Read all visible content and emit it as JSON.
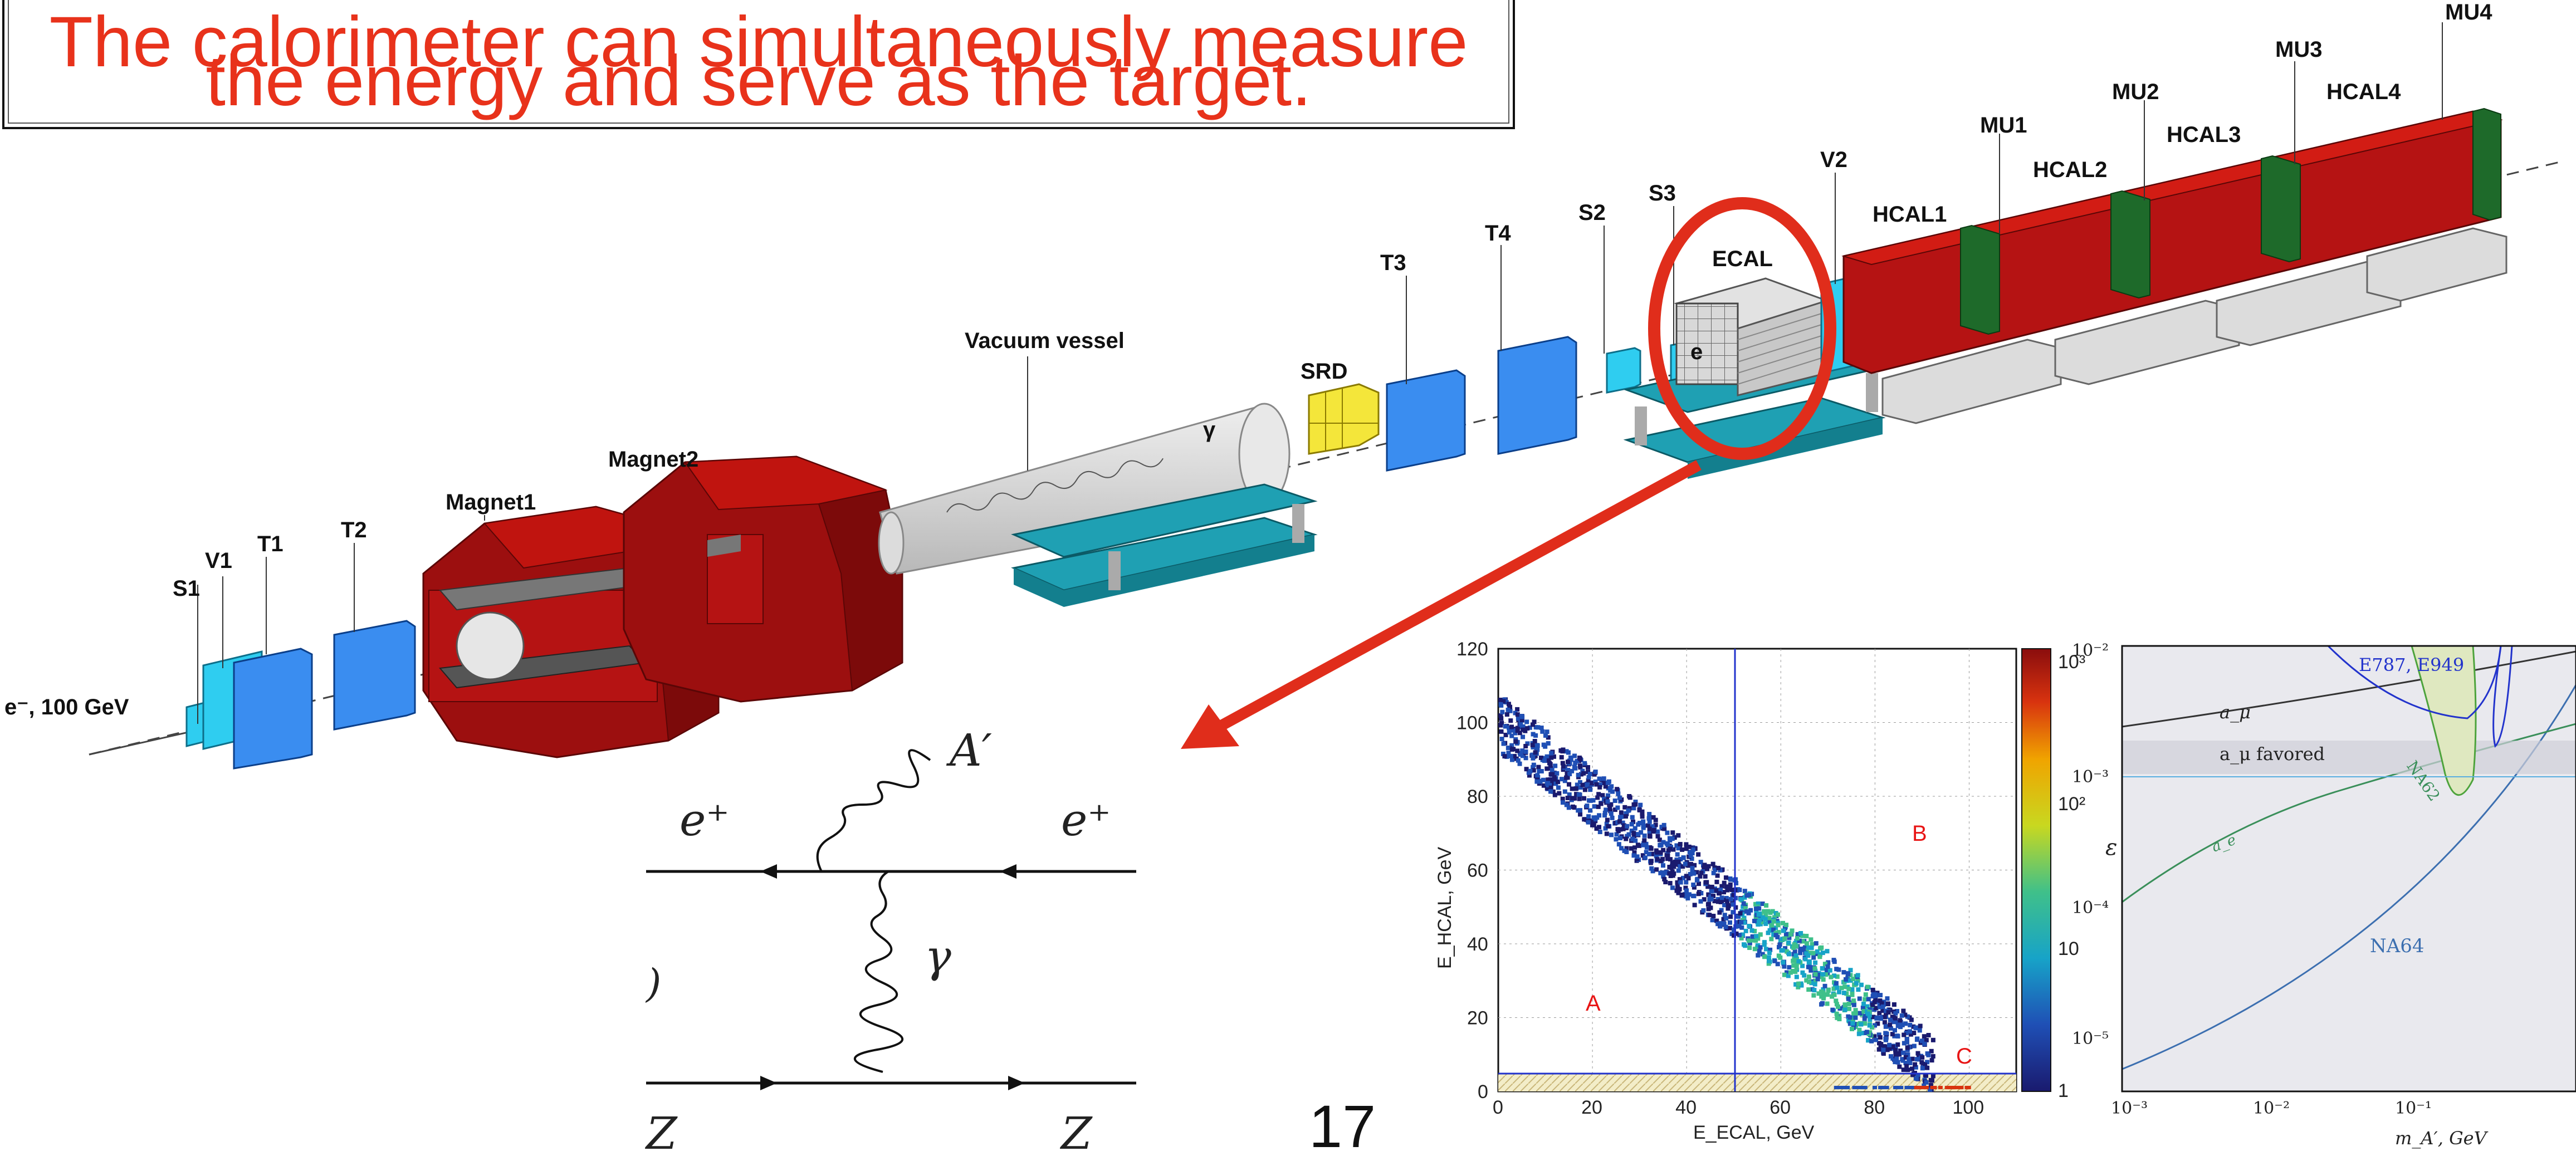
{
  "slide": {
    "callout": {
      "line1": "The calorimeter can simultaneously measure",
      "line2": "the energy and serve as the target."
    },
    "slide_number": "17",
    "colors": {
      "callout_text": "#e8321b",
      "highlight": "#e02d1b",
      "hcal": "#c0140f",
      "module_gap": "#1e6a2a",
      "detector_blue": "#3a8df0",
      "detector_cyan": "#2fcdf0",
      "platform": "#1fa0b3"
    }
  },
  "setup": {
    "beam_label": "e⁻, 100 GeV",
    "labels": {
      "S1": "S1",
      "V1": "V1",
      "T1": "T1",
      "T2": "T2",
      "magnet1": "Magnet1",
      "magnet2": "Magnet2",
      "vacuum": "Vacuum vessel",
      "SRD": "SRD",
      "T3": "T3",
      "T4": "T4",
      "S2": "S2",
      "S3": "S3",
      "ECAL": "ECAL",
      "V2": "V2",
      "HCAL1": "HCAL1",
      "MU1": "MU1",
      "HCAL2": "HCAL2",
      "MU2": "MU2",
      "HCAL3": "HCAL3",
      "MU3": "MU3",
      "HCAL4": "HCAL4",
      "MU4": "MU4",
      "gamma": "γ",
      "electron": "e"
    }
  },
  "feynman": {
    "a_prime": "A′",
    "e_plus_left": "e⁺",
    "e_plus_right": "e⁺",
    "gamma": "γ",
    "z_left": "Z",
    "z_right": "Z",
    "cut_paren": ")"
  },
  "scatter": {
    "xlabel": "E_ECAL, GeV",
    "ylabel": "E_HCAL, GeV",
    "x_ticks": [
      "0",
      "20",
      "40",
      "60",
      "80",
      "100"
    ],
    "y_ticks": [
      "0",
      "20",
      "40",
      "60",
      "80",
      "100",
      "120"
    ],
    "colorbar_ticks": [
      "1",
      "10",
      "10²",
      "10³"
    ],
    "regions": {
      "A": "A",
      "B": "B",
      "C": "C"
    },
    "cut_lines": {
      "x_ecal_cut": 50,
      "y_hcal_cut": 5
    },
    "xlim": [
      0,
      110
    ],
    "ylim": [
      0,
      120
    ]
  },
  "exclusion": {
    "xlabel": "m_A′, GeV",
    "ylabel": "ε",
    "x_ticks": [
      "10⁻³",
      "10⁻²",
      "10⁻¹"
    ],
    "y_ticks": [
      "10⁻²",
      "10⁻³",
      "10⁻⁴",
      "10⁻⁵"
    ],
    "labels": {
      "e787": "E787, E949",
      "amu": "a_μ",
      "amu_fav": "a_μ favored",
      "na62": "NA62",
      "ae": "a_e",
      "na64": "NA64"
    }
  }
}
